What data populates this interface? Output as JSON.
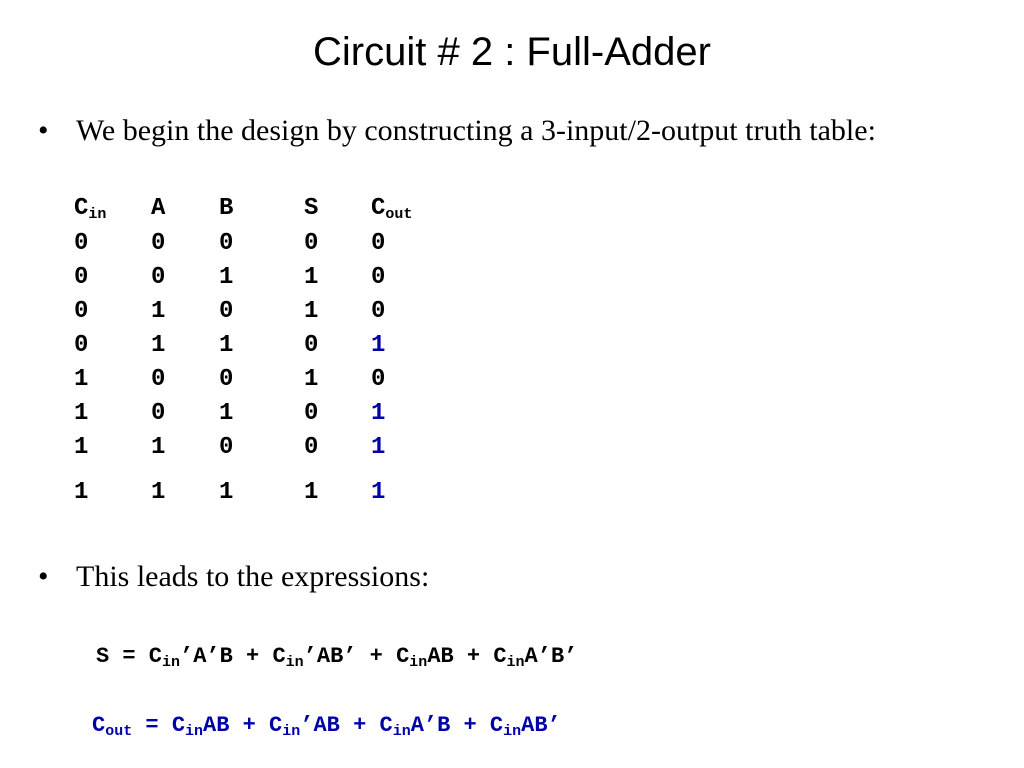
{
  "title": "Circuit # 2 : Full-Adder",
  "bullets": {
    "symbol": "•",
    "first": "We begin the design by constructing a 3-input/2-output truth table:",
    "second": "This leads to the expressions:"
  },
  "truth_table": {
    "headers": [
      {
        "base": "C",
        "sub": "in"
      },
      {
        "base": "A",
        "sub": ""
      },
      {
        "base": "B",
        "sub": ""
      },
      {
        "base": "S",
        "sub": ""
      },
      {
        "base": "C",
        "sub": "out"
      }
    ],
    "rows": [
      [
        "0",
        "0",
        "0",
        "0",
        "0"
      ],
      [
        "0",
        "0",
        "1",
        "1",
        "0"
      ],
      [
        "0",
        "1",
        "0",
        "1",
        "0"
      ],
      [
        "0",
        "1",
        "1",
        "0",
        "1"
      ],
      [
        "1",
        "0",
        "0",
        "1",
        "0"
      ],
      [
        "1",
        "0",
        "1",
        "0",
        "1"
      ],
      [
        "1",
        "1",
        "0",
        "0",
        "1"
      ],
      [
        "1",
        "1",
        "1",
        "1",
        "1"
      ]
    ],
    "highlight_color": "#0000a8"
  },
  "expressions": {
    "sum": [
      {
        "t": "S = C"
      },
      {
        "t": "in",
        "sub": true
      },
      {
        "t": "’A’B + C"
      },
      {
        "t": "in",
        "sub": true
      },
      {
        "t": "’AB’ + C"
      },
      {
        "t": "in",
        "sub": true
      },
      {
        "t": "AB + C"
      },
      {
        "t": "in",
        "sub": true
      },
      {
        "t": "A’B’"
      }
    ],
    "carry": [
      {
        "t": "C"
      },
      {
        "t": "out",
        "sub": true
      },
      {
        "t": " = C"
      },
      {
        "t": "in",
        "sub": true
      },
      {
        "t": "AB + C"
      },
      {
        "t": "in",
        "sub": true
      },
      {
        "t": "’AB + C"
      },
      {
        "t": "in",
        "sub": true
      },
      {
        "t": "A’B + C"
      },
      {
        "t": "in",
        "sub": true
      },
      {
        "t": "AB’"
      }
    ]
  }
}
